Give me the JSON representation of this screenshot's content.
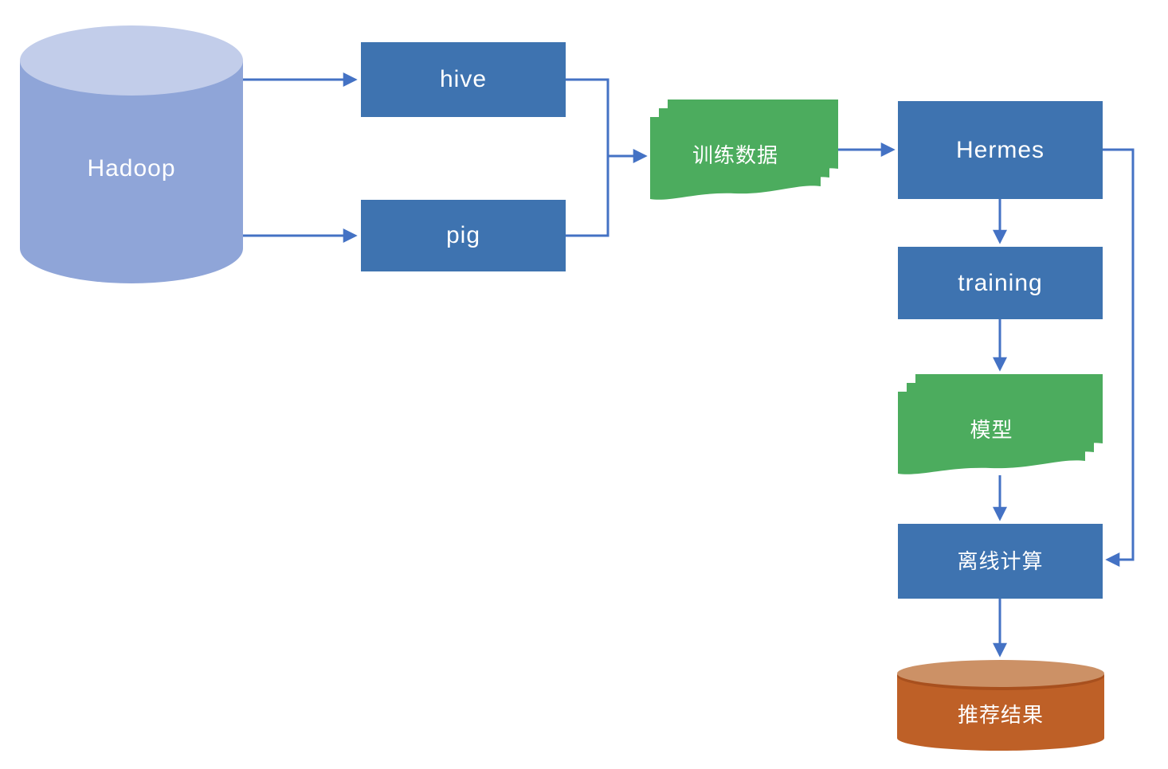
{
  "diagram_title": "Hadoop recommendation pipeline flowchart",
  "colors": {
    "box_blue": "#3E73B0",
    "connector_blue": "#4472C4",
    "doc_green": "#4CAC5E",
    "hadoop_body": "#8FA5D8",
    "hadoop_top": "#C2CDEA",
    "result_body": "#BE6027",
    "result_top": "#CC9166",
    "result_rim": "#A8501E",
    "label_text": "#FFFFFF"
  },
  "nodes": {
    "hadoop": {
      "label": "Hadoop",
      "shape": "cylinder"
    },
    "hive": {
      "label": "hive",
      "shape": "rect"
    },
    "pig": {
      "label": "pig",
      "shape": "rect"
    },
    "training_data": {
      "label": "训练数据",
      "shape": "multidocument"
    },
    "hermes": {
      "label": "Hermes",
      "shape": "rect"
    },
    "training": {
      "label": "training",
      "shape": "rect"
    },
    "model": {
      "label": "模型",
      "shape": "multidocument"
    },
    "offline_compute": {
      "label": "离线计算",
      "shape": "rect"
    },
    "recommend_result": {
      "label": "推荐结果",
      "shape": "cylinder"
    }
  },
  "edges": [
    {
      "from": "hadoop",
      "to": "hive"
    },
    {
      "from": "hadoop",
      "to": "pig"
    },
    {
      "from": "hive",
      "to": "training_data"
    },
    {
      "from": "pig",
      "to": "training_data"
    },
    {
      "from": "training_data",
      "to": "hermes"
    },
    {
      "from": "hermes",
      "to": "training"
    },
    {
      "from": "training",
      "to": "model"
    },
    {
      "from": "model",
      "to": "offline_compute"
    },
    {
      "from": "hermes",
      "to": "offline_compute"
    },
    {
      "from": "offline_compute",
      "to": "recommend_result"
    }
  ]
}
